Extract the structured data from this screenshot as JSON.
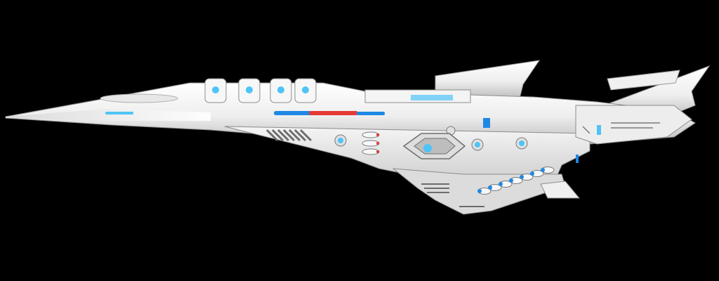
{
  "scene": {
    "subject": "spaceship-render",
    "colors": {
      "background": "#000000",
      "hull": "#f2f2f2",
      "hull_shadow": "#c9c9c9",
      "hull_dark": "#9a9a9a",
      "accent_blue": "#1e88e5",
      "accent_cyan": "#4fc3f7",
      "accent_red": "#e53935",
      "panel_line": "#7a7a7a"
    },
    "missile_count": 7,
    "porthole_count": 4,
    "engine_pod_count": 4
  }
}
